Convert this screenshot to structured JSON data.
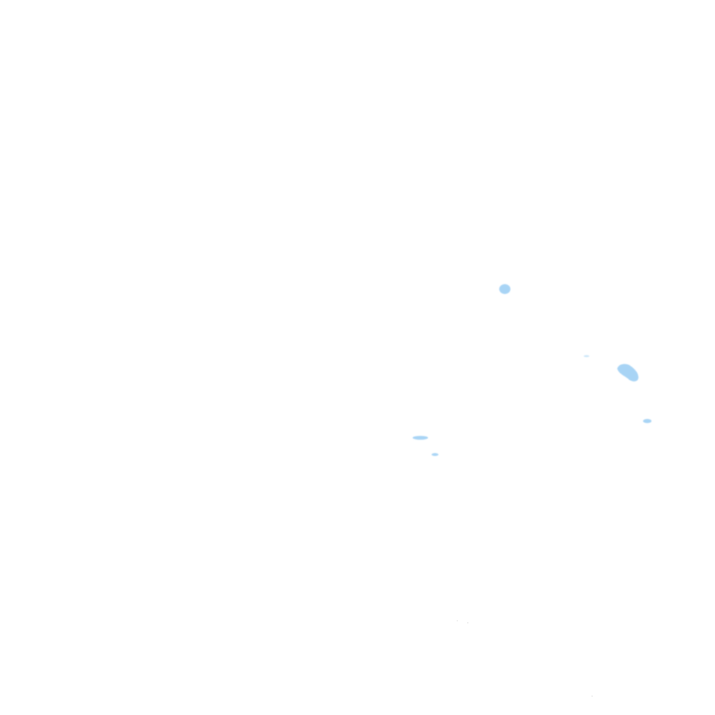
{
  "map": {
    "colors": {
      "background": "#ffffff",
      "water": "#a8d4f5",
      "water_light": "#cfe7f9",
      "speck": "#d9d9d9"
    },
    "features": [
      {
        "name": "lake-1",
        "kind": "water"
      },
      {
        "name": "lake-2",
        "kind": "water"
      },
      {
        "name": "lake-3",
        "kind": "water"
      },
      {
        "name": "lake-4",
        "kind": "water"
      },
      {
        "name": "lake-5",
        "kind": "water"
      },
      {
        "name": "lake-6",
        "kind": "water"
      }
    ]
  }
}
